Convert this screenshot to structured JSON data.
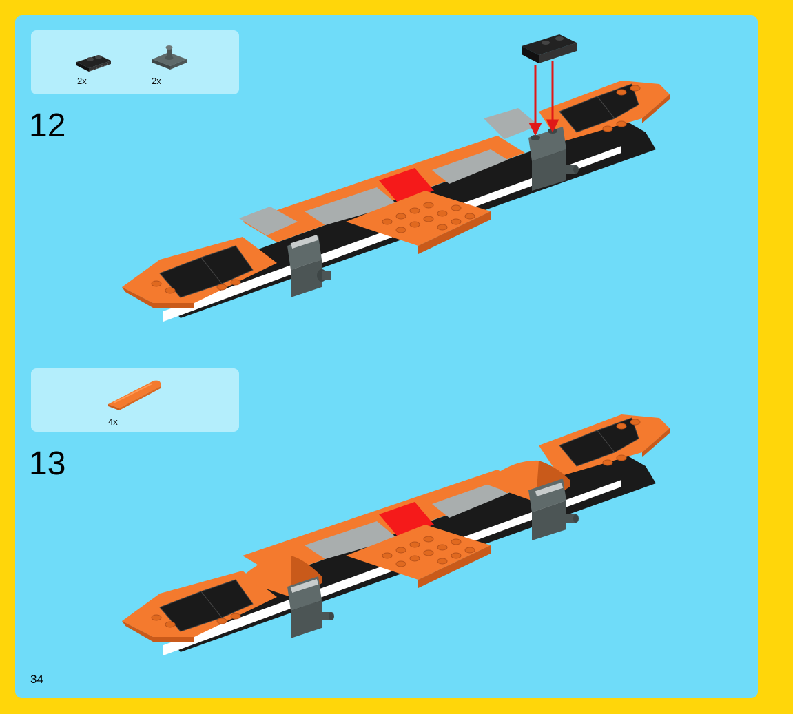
{
  "colors": {
    "page_border": "#FFD60A",
    "page_background": "#6FDCF9",
    "parts_box": "#B4EEFC",
    "orange": "#F47A2E",
    "black": "#1A1A1A",
    "dark_grey": "#5F6A6A",
    "light_grey": "#A9AEAE",
    "red": "#F51A1A",
    "arrow": "#E01818"
  },
  "steps": [
    {
      "number": "12",
      "parts": [
        {
          "icon": "black-grille-plate-icon",
          "quantity": "2x"
        },
        {
          "icon": "dark-grey-plate-with-pin-icon",
          "quantity": "2x"
        }
      ]
    },
    {
      "number": "13",
      "parts": [
        {
          "icon": "orange-curved-slope-icon",
          "quantity": "4x"
        }
      ]
    }
  ],
  "page_number": "34"
}
